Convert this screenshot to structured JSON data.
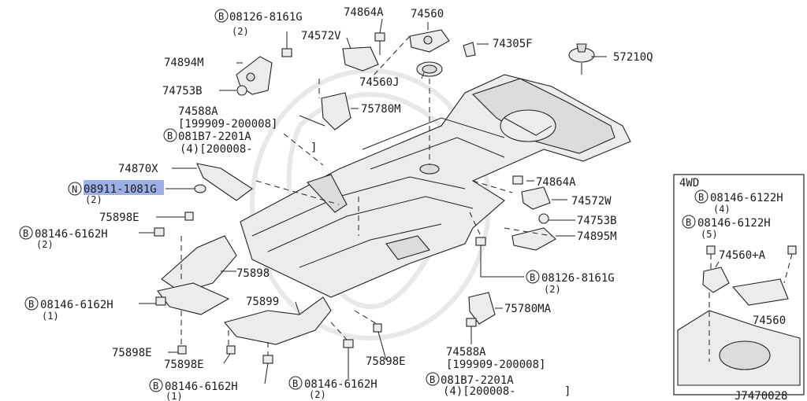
{
  "labels": {
    "b_08126_8161g_top": "08126-8161G",
    "b_08126_8161g_top_qty": "(2)",
    "p_74864a_top": "74864A",
    "p_74560": "74560",
    "p_74572v": "74572V",
    "p_74305f": "74305F",
    "p_57210q": "57210Q",
    "p_74894m": "74894M",
    "p_74560j": "74560J",
    "p_74753b_left": "74753B",
    "p_74588a_top": "74588A",
    "p_74588a_top_date": "[199909-200008]",
    "p_75780m": "75780M",
    "b_081b7_top": "081B7-2201A",
    "b_081b7_top_qty": "(4)[200008-",
    "b_081b7_top_close": "]",
    "p_74870x": "74870X",
    "n_08911": "08911-1081G",
    "n_08911_qty": "(2)",
    "p_74864a_right": "74864A",
    "p_74572w": "74572W",
    "p_74753b_right": "74753B",
    "p_74895m": "74895M",
    "p_75898e_a": "75898E",
    "b_08146_6162h_a": "08146-6162H",
    "b_08146_6162h_a_qty": "(2)",
    "p_75898": "75898",
    "b_08126_8161g_mid": "08126-8161G",
    "b_08126_8161g_mid_qty": "(2)",
    "b_08146_6162h_b": "08146-6162H",
    "b_08146_6162h_b_qty": "(1)",
    "p_75899": "75899",
    "p_75780ma": "75780MA",
    "p_75898e_b": "75898E",
    "p_75898e_c": "75898E",
    "p_75898e_d": "75898E",
    "p_74588a_bot": "74588A",
    "p_74588a_bot_date": "[199909-200008]",
    "b_081b7_bot": "081B7-2201A",
    "b_081b7_bot_qty": "(4)[200008-",
    "b_081b7_bot_close": "]",
    "b_08146_6162h_c": "08146-6162H",
    "b_08146_6162h_c_qty": "(1)",
    "b_08146_6162h_d": "08146-6162H",
    "b_08146_6162h_d_qty": "(2)",
    "inset_title": "4WD",
    "b_08146_6122h_a": "08146-6122H",
    "b_08146_6122h_a_qty": "(4)",
    "b_08146_6122h_b": "08146-6122H",
    "b_08146_6122h_b_qty": "(5)",
    "p_74560_a": "74560+A",
    "p_74560_inset": "74560",
    "diagram_code": "J7470028"
  },
  "markers": {
    "bolt": "B",
    "nut": "N"
  }
}
